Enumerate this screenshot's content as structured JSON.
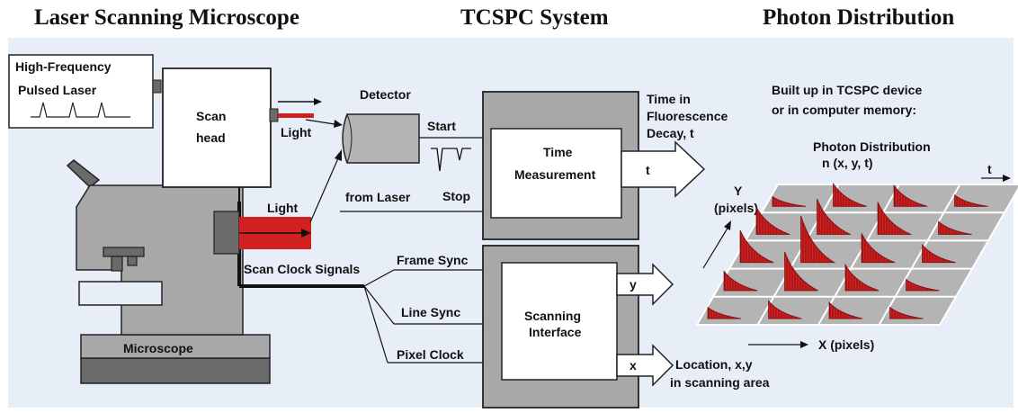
{
  "headers": {
    "microscope": "Laser Scanning Microscope",
    "tcspc": "TCSPC System",
    "photon": "Photon Distribution"
  },
  "laser": {
    "line1": "High-Frequency",
    "line2": "Pulsed Laser"
  },
  "scan_head": {
    "line1": "Scan",
    "line2": "head"
  },
  "light_top": "Light",
  "light_bottom": "Light",
  "detector": "Detector",
  "start": "Start",
  "stop": "Stop",
  "from_laser": "from Laser",
  "time_measurement": {
    "line1": "Time",
    "line2": "Measurement"
  },
  "t_output": "t",
  "time_in": {
    "line1": "Time in",
    "line2": "Fluorescence",
    "line3": "Decay, t"
  },
  "scan_clock": "Scan Clock Signals",
  "frame_sync": "Frame Sync",
  "line_sync": "Line Sync",
  "pixel_clock": "Pixel Clock",
  "scanning_interface": {
    "line1": "Scanning",
    "line2": "Interface"
  },
  "y_output": "y",
  "x_output": "x",
  "location": {
    "line1": "Location, x,y",
    "line2": "in scanning area"
  },
  "microscope_label": "Microscope",
  "built_up": {
    "line1": "Built up in TCSPC device",
    "line2": "or in computer memory:"
  },
  "photon_dist": {
    "line1": "Photon Distribution",
    "line2": "n (x, y, t)"
  },
  "t_axis": "t",
  "y_axis": {
    "line1": "Y",
    "line2": "(pixels)"
  },
  "x_axis": "X (pixels)",
  "colors": {
    "panel": "#e7eef8",
    "red": "#d21f1f",
    "gray": "#a8a8a8",
    "dark": "#6a6a6a",
    "box": "#b4b4b4"
  }
}
